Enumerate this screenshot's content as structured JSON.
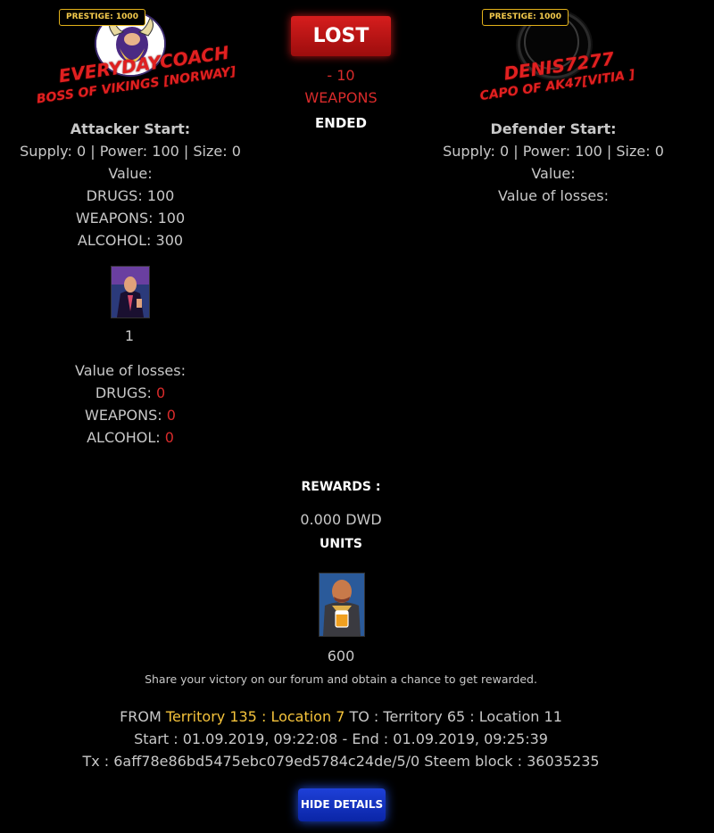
{
  "battle": {
    "result": "LOST",
    "loss_amount": "- 10",
    "loss_resource": "WEAPONS",
    "status": "ENDED"
  },
  "attacker": {
    "prestige": "PRESTIGE: 1000",
    "name": "EVERYDAYCOACH",
    "title": "BOSS OF VIKINGS [NORWAY]",
    "start_heading": "Attacker Start:",
    "stats_line": "Supply: 0 | Power: 100 | Size: 0",
    "value_label": "Value:",
    "values": {
      "drugs_label": "DRUGS:",
      "drugs": "100",
      "weapons_label": "WEAPONS:",
      "weapons": "100",
      "alcohol_label": "ALCOHOL:",
      "alcohol": "300"
    },
    "unit_count": "1",
    "losses_label": "Value of losses:",
    "losses": {
      "drugs_label": "DRUGS:",
      "drugs": "0",
      "weapons_label": "WEAPONS:",
      "weapons": "0",
      "alcohol_label": "ALCOHOL:",
      "alcohol": "0"
    }
  },
  "defender": {
    "prestige": "PRESTIGE: 1000",
    "name": "DENIS7277",
    "title": "CAPO OF AK47[VITIA ]",
    "start_heading": "Defender Start:",
    "stats_line": "Supply: 0 | Power: 100 | Size: 0",
    "value_label": "Value:",
    "losses_label": "Value of losses:"
  },
  "rewards": {
    "heading": "REWARDS :",
    "amount": "0.000 DWD",
    "units_heading": "UNITS",
    "unit_count": "600",
    "share_text": "Share your victory on our forum and obtain a chance to get rewarded."
  },
  "route": {
    "from_label": "FROM",
    "from_territory": "Territory 135",
    "sep1": ":",
    "from_location": "Location 7",
    "to_label": "TO :",
    "to_territory": "Territory 65",
    "sep2": ":",
    "to_location": "Location 11"
  },
  "timing": {
    "start_label": "Start :",
    "start": "01.09.2019, 09:22:08",
    "end_label": "- End :",
    "end": "01.09.2019, 09:25:39"
  },
  "tx": {
    "label": "Tx :",
    "hash": "6aff78e86bd5475ebc079ed5784c24de/5/0",
    "block_label": "Steem block :",
    "block": "36035235"
  },
  "controls": {
    "hide_details": "HIDE DETAILS"
  },
  "colors": {
    "name_red": "#e02020",
    "loss_red": "#d92b2b",
    "gold": "#f5c33b",
    "button_red": "#c41414",
    "button_blue": "#1534c8"
  },
  "icons": {
    "attacker_avatar": "vikings-logo-icon",
    "defender_avatar": "empty-avatar-icon",
    "attacker_unit": "gangster-unit-icon",
    "reward_unit": "bartender-unit-icon"
  }
}
